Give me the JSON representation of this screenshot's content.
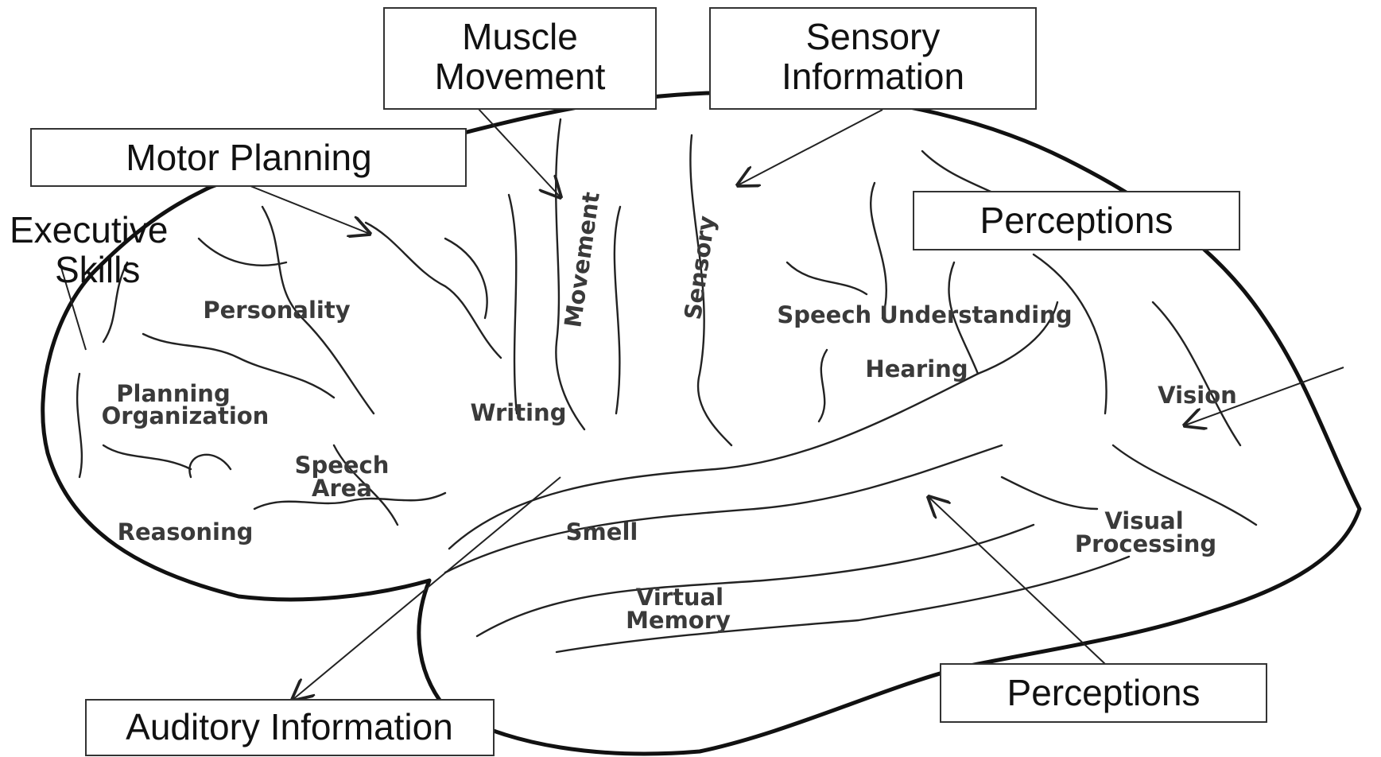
{
  "colors": {
    "outline": "#111111",
    "text": "#3a3a3a",
    "box_border": "#333333",
    "background": "#ffffff"
  },
  "callouts": {
    "muscle_movement": [
      "Muscle",
      "Movement"
    ],
    "sensory_information": [
      "Sensory",
      "Information"
    ],
    "motor_planning": "Motor Planning",
    "executive_skills": [
      "Executive",
      "Skills"
    ],
    "perceptions_top": "Perceptions",
    "perceptions_bottom": "Perceptions",
    "auditory_information": "Auditory Information"
  },
  "regions": {
    "movement": "Movement",
    "sensory": "Sensory",
    "personality": "Personality",
    "planning_organization": [
      "Planning",
      "Organization"
    ],
    "reasoning": "Reasoning",
    "speech_area": [
      "Speech",
      "Area"
    ],
    "writing": "Writing",
    "smell": "Smell",
    "speech_understanding": "Speech Understanding",
    "hearing": "Hearing",
    "vision": "Vision",
    "visual_processing": [
      "Visual",
      "Processing"
    ],
    "virtual_memory": [
      "Virtual",
      "Memory"
    ]
  }
}
